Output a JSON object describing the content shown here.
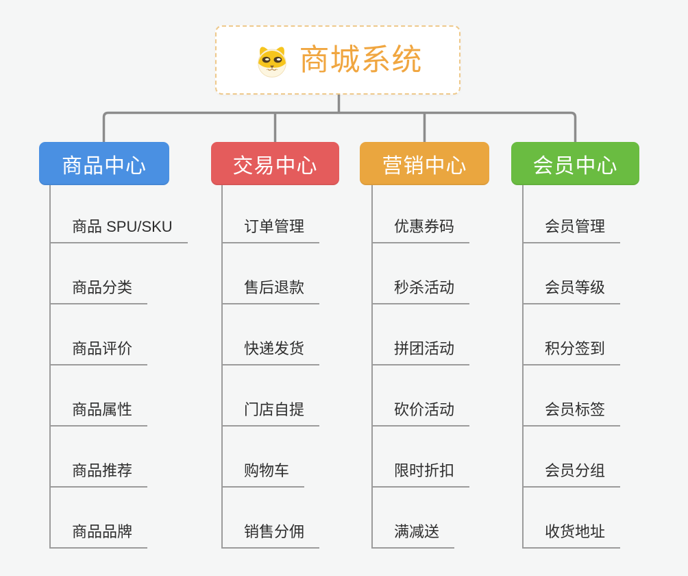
{
  "page": {
    "background": "#f5f6f6"
  },
  "root": {
    "title": "商城系统",
    "title_color": "#f0a640",
    "border_color": "#eec98b",
    "icon": "dog-face-icon"
  },
  "connectors": {
    "tree_color": "#8c8c8c",
    "underline_color": "#9b9b9b"
  },
  "branches": [
    {
      "label": "商品中心",
      "color": "#4a90e2",
      "items": [
        "商品 SPU/SKU",
        "商品分类",
        "商品评价",
        "商品属性",
        "商品推荐",
        "商品品牌"
      ]
    },
    {
      "label": "交易中心",
      "color": "#e45c5c",
      "items": [
        "订单管理",
        "售后退款",
        "快递发货",
        "门店自提",
        "购物车",
        "销售分佣"
      ]
    },
    {
      "label": "营销中心",
      "color": "#eaa63f",
      "items": [
        "优惠券码",
        "秒杀活动",
        "拼团活动",
        "砍价活动",
        "限时折扣",
        "满减送"
      ]
    },
    {
      "label": "会员中心",
      "color": "#6abc41",
      "items": [
        "会员管理",
        "会员等级",
        "积分签到",
        "会员标签",
        "会员分组",
        "收货地址"
      ]
    }
  ]
}
